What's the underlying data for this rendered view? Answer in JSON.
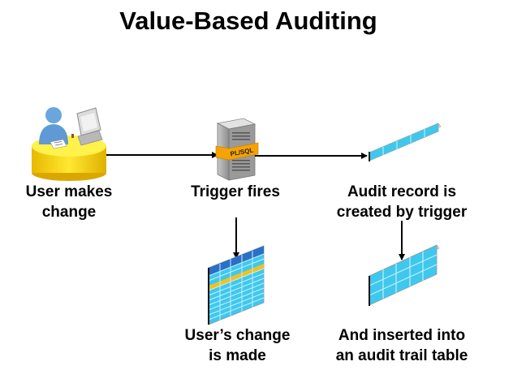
{
  "title": "Value-Based Auditing",
  "steps": [
    {
      "id": "user",
      "icon": "user-at-workstation-icon",
      "lines": [
        "User makes",
        "change"
      ]
    },
    {
      "id": "trigger",
      "icon": "plsql-server-icon",
      "badge": "PL/SQL",
      "lines": [
        "Trigger fires"
      ]
    },
    {
      "id": "audit-record",
      "icon": "table-row-icon",
      "lines": [
        "Audit record is",
        "created by trigger"
      ]
    },
    {
      "id": "user-change",
      "icon": "data-table-icon",
      "lines": [
        "User’s change",
        "is made"
      ]
    },
    {
      "id": "audit-trail",
      "icon": "audit-table-icon",
      "lines": [
        "And inserted into",
        "an audit trail table"
      ]
    }
  ],
  "colors": {
    "desk_yellow": "#f5d800",
    "person_blue": "#6aa6dc",
    "table_cyan": "#3ec8ee",
    "table_header": "#2a70c8",
    "highlight_yellow": "#f7c21a",
    "plsql_orange": "#f5a300",
    "arrow": "#000000"
  }
}
